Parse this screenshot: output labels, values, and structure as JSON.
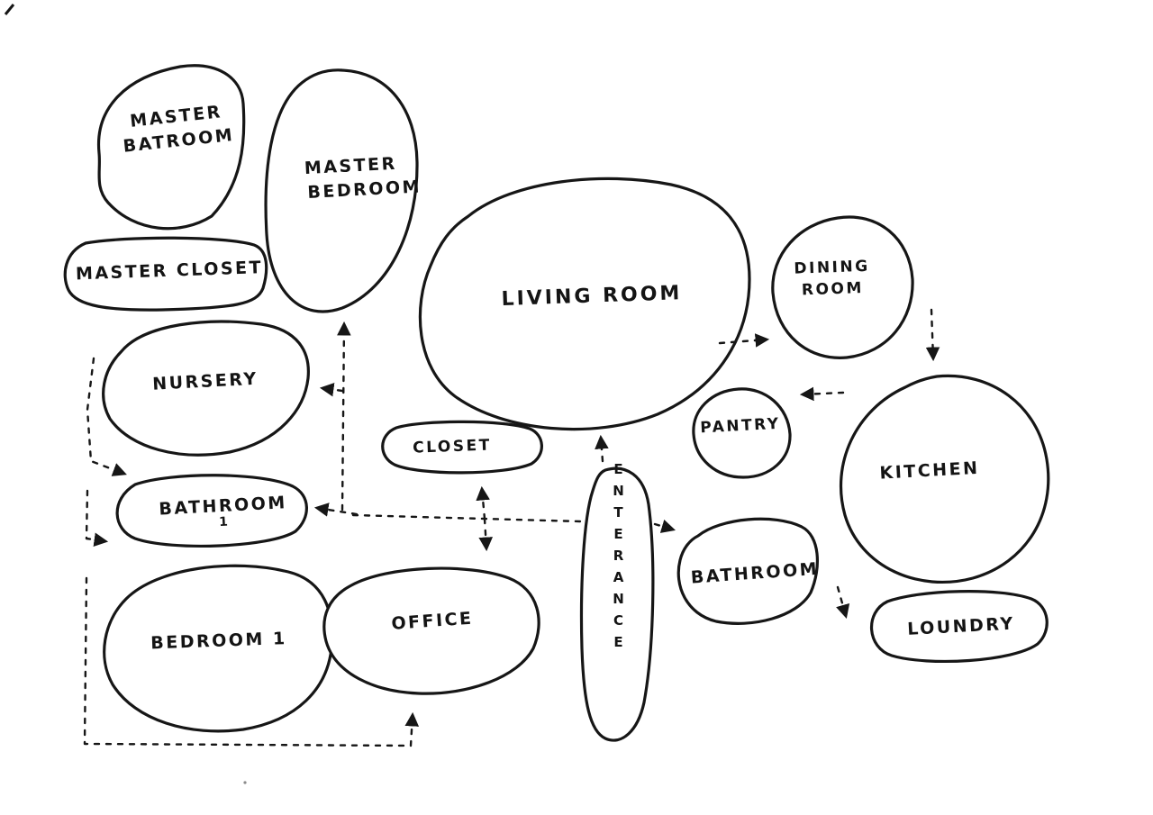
{
  "diagram": {
    "type": "hand-drawn house bubble diagram",
    "ink_color": "#161616",
    "background_color": "#ffffff"
  },
  "rooms": [
    {
      "id": "master-bathroom",
      "label_line1": "MASTER",
      "label_line2": "BATROOM"
    },
    {
      "id": "master-bedroom",
      "label_line1": "MASTER",
      "label_line2": "BEDROOM"
    },
    {
      "id": "master-closet",
      "label": "MASTER CLOSET"
    },
    {
      "id": "nursery",
      "label": "NURSERY"
    },
    {
      "id": "bathroom-1",
      "label_line1": "BATHROOM",
      "label_line2": "1"
    },
    {
      "id": "bedroom-1",
      "label": "BEDROOM 1"
    },
    {
      "id": "office",
      "label": "OFFICE"
    },
    {
      "id": "closet",
      "label": "CLOSET"
    },
    {
      "id": "living-room",
      "label": "LIVING ROOM"
    },
    {
      "id": "entrance",
      "label": "ENTERANCE"
    },
    {
      "id": "bathroom-2",
      "label": "BATHROOM"
    },
    {
      "id": "pantry",
      "label": "PANTRY"
    },
    {
      "id": "dining-room",
      "label_line1": "DINING",
      "label_line2": "ROOM"
    },
    {
      "id": "kitchen",
      "label": "KITCHEN"
    },
    {
      "id": "laundry",
      "label": "LOUNDRY"
    }
  ],
  "connections": [
    {
      "from": "living-room",
      "to": "dining-room"
    },
    {
      "from": "dining-room",
      "to": "kitchen"
    },
    {
      "from": "kitchen",
      "to": "pantry"
    },
    {
      "from": "kitchen",
      "to": "laundry"
    },
    {
      "from": "entrance",
      "to": "living-room"
    },
    {
      "from": "entrance",
      "to": "bathroom-2"
    },
    {
      "from": "entrance",
      "to": "bathroom-1"
    },
    {
      "from": "bathroom-1",
      "to": "master-bedroom"
    },
    {
      "from": "bathroom-1",
      "to": "nursery"
    },
    {
      "from": "nursery",
      "to": "bathroom-1"
    },
    {
      "from": "bathroom-1",
      "to": "bedroom-1"
    },
    {
      "from": "bedroom-1",
      "to": "office"
    },
    {
      "from": "closet",
      "to": "office"
    }
  ]
}
